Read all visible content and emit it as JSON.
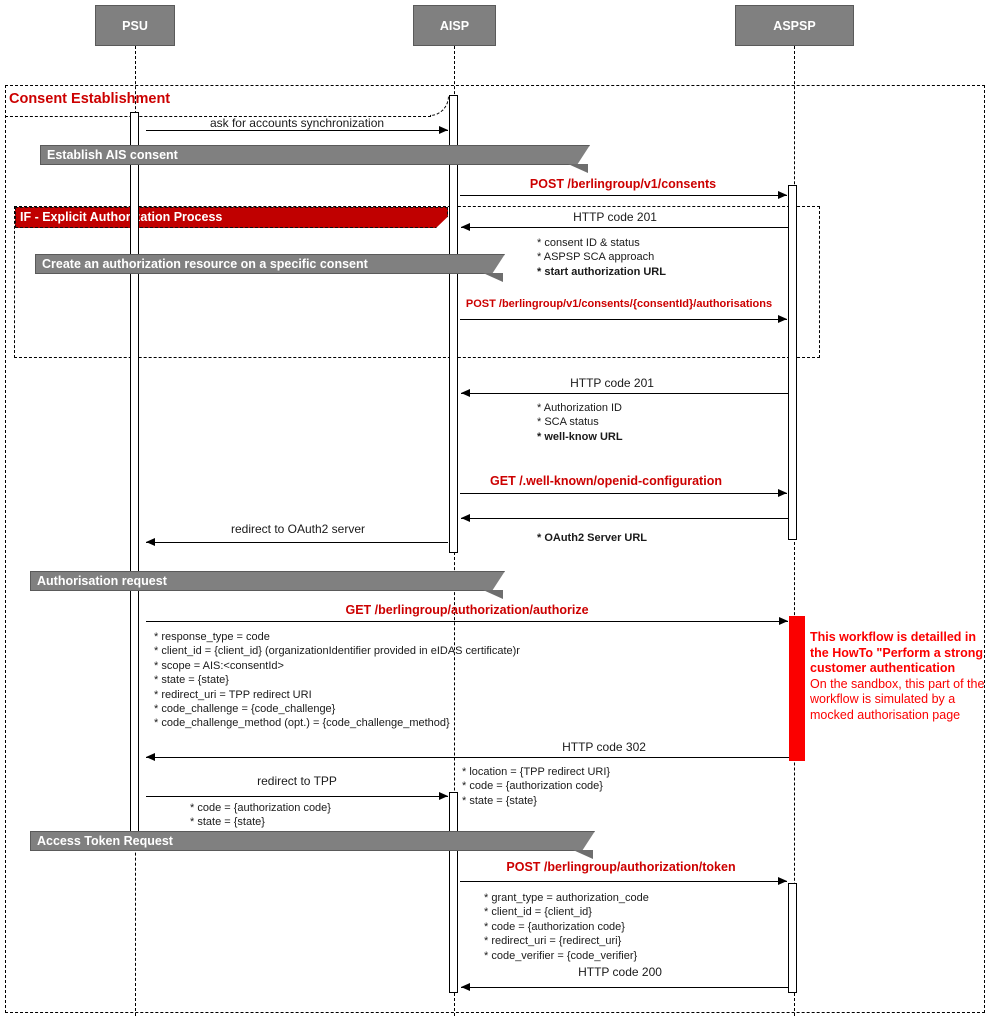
{
  "colors": {
    "message_red": "#cc0000",
    "note_red": "#fb0000",
    "actor_gray": "#808080"
  },
  "actors": {
    "psu": "PSU",
    "aisp": "AISP",
    "aspsp": "ASPSP"
  },
  "frame": {
    "title": "Consent Establishment"
  },
  "fragment": {
    "label": "IF -  Explicit Authorization Process"
  },
  "ribbons": {
    "establish": "Establish AIS consent",
    "create_auth": "Create an authorization resource on a specific consent",
    "auth_request": "Authorisation request",
    "token_request": "Access Token Request"
  },
  "messages": {
    "ask_sync": "ask for accounts synchronization",
    "post_consents": "POST /berlingroup/v1/consents",
    "http201_1": "HTTP code 201",
    "post_authorisations": "POST /berlingroup/v1/consents/{consentId}/authorisations",
    "http201_2": "HTTP code 201",
    "get_wellknown": "GET /.well-known/openid-configuration",
    "redirect_oauth2": "redirect to OAuth2 server",
    "get_authorize": "GET /berlingroup/authorization/authorize",
    "http302": "HTTP code 302",
    "redirect_tpp": "redirect to TPP",
    "post_token": "POST /berlingroup/authorization/token",
    "http200": "HTTP code 200"
  },
  "annotations": {
    "consent_response": [
      "* consent ID & status",
      "* ASPSP SCA approach",
      "* start authorization URL"
    ],
    "auth_response": [
      "* Authorization ID",
      "* SCA status",
      "* well-know URL"
    ],
    "oauth2_server": [
      "* OAuth2 Server URL"
    ],
    "authorize_params": [
      "* response_type = code",
      "* client_id = {client_id} (organizationIdentifier provided in eIDAS certificate)r",
      "* scope = AIS:<consentId>",
      "* state = {state}",
      "* redirect_uri = TPP redirect URI",
      "* code_challenge = {code_challenge}",
      "* code_challenge_method (opt.) = {code_challenge_method}"
    ],
    "http302_params": [
      "* location = {TPP redirect URI}",
      "* code = {authorization code}",
      "* state = {state}"
    ],
    "redirect_tpp_params": [
      "* code = {authorization code}",
      "* state = {state}"
    ],
    "token_params": [
      "* grant_type = authorization_code",
      "* client_id = {client_id}",
      "* code = {authorization code}",
      "* redirect_uri = {redirect_uri}",
      "* code_verifier = {code_verifier}"
    ]
  },
  "note": {
    "bold": "This workflow is detailled in the HowTo \"Perform a strong customer authentication",
    "text": "On the sandbox, this part of the workflow is simulated by a mocked authorisation page"
  }
}
